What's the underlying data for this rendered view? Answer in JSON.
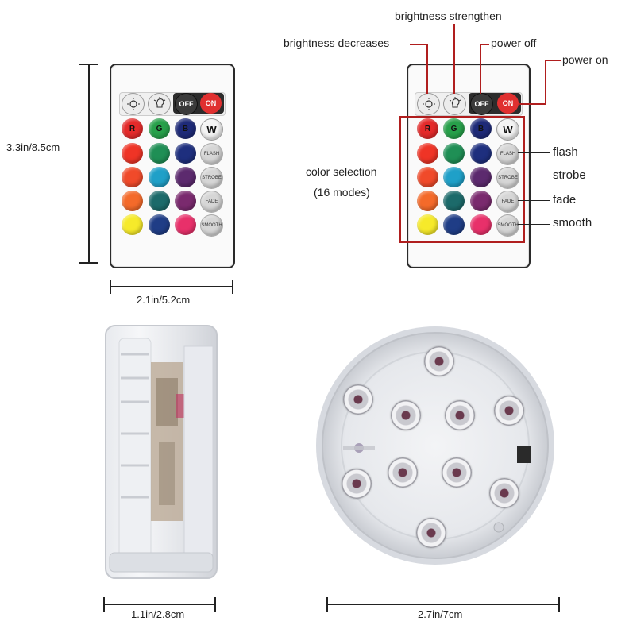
{
  "remote": {
    "off_label": "OFF",
    "on_label": "ON",
    "row_labels": [
      "R",
      "G",
      "B",
      "W"
    ],
    "mode_labels": [
      "FLASH",
      "STROBE",
      "FADE",
      "SMOOTH"
    ],
    "colors": {
      "row1": [
        "#e42a2a",
        "#27a04a",
        "#1e2a78",
        "#f4f4f4"
      ],
      "row2": [
        "#ef3426",
        "#1f8f55",
        "#1e2f7e"
      ],
      "row3": [
        "#f04a2a",
        "#1fa0c8",
        "#5c2a6e"
      ],
      "row4": [
        "#f46a2a",
        "#1c6a6a",
        "#7a2a6e"
      ],
      "row5": [
        "#f6ea2a",
        "#1f3d86",
        "#e8306a"
      ]
    }
  },
  "dimensions": {
    "remote_height": "3.3in/8.5cm",
    "remote_width": "2.1in/5.2cm",
    "light_height": "1.1in/2.8cm",
    "light_width": "2.7in/7cm"
  },
  "annotations": {
    "brightness_strengthen": "brightness strengthen",
    "brightness_decreases": "brightness decreases",
    "power_off": "power off",
    "power_on": "power on",
    "flash": "flash",
    "strobe": "strobe",
    "fade": "fade",
    "smooth": "smooth",
    "color_selection": "color selection",
    "color_modes": "(16 modes)"
  }
}
